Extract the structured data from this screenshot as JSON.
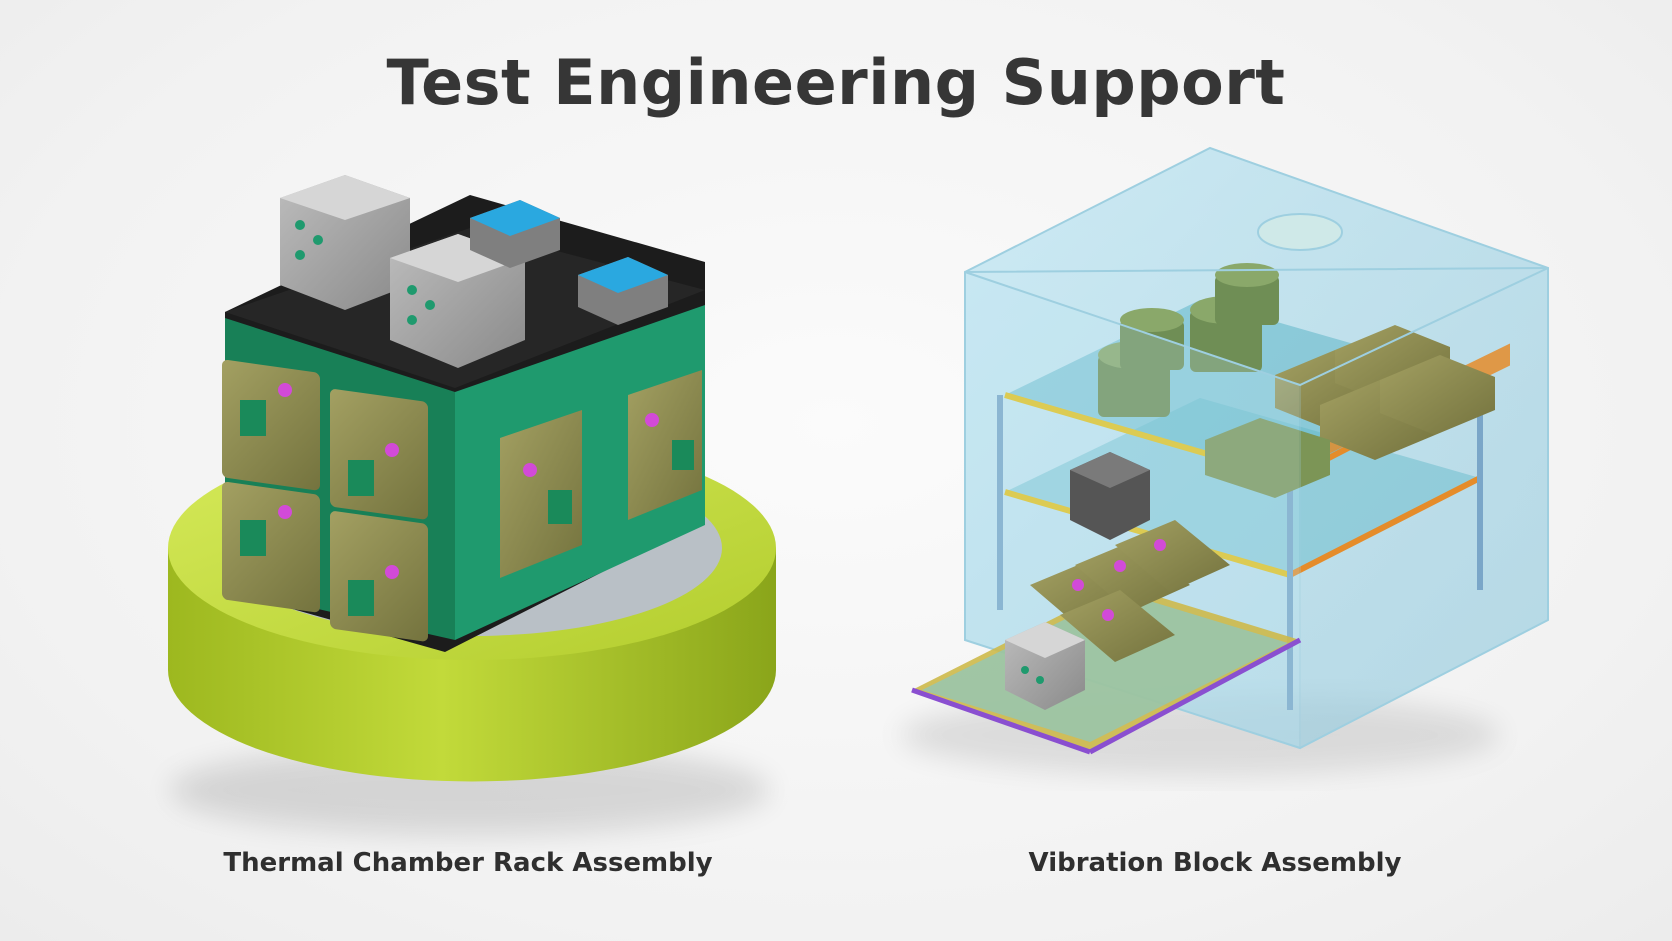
{
  "title": "Test Engineering Support",
  "panels": [
    {
      "caption": "Thermal Chamber Rack Assembly",
      "illustration": "thermal-chamber-rack-assembly-illustration"
    },
    {
      "caption": "Vibration Block Assembly",
      "illustration": "vibration-block-assembly-illustration"
    }
  ],
  "colors": {
    "title": "#363636",
    "caption": "#2f2f2f",
    "base_yellow_green": "#b5cf2c",
    "rack_green": "#1f9a6e",
    "module_olive": "#8a8a4e",
    "enclosure_blue": "#9fd3e6",
    "accent_magenta": "#d24ad8",
    "frame_orange": "#e58c2a"
  }
}
